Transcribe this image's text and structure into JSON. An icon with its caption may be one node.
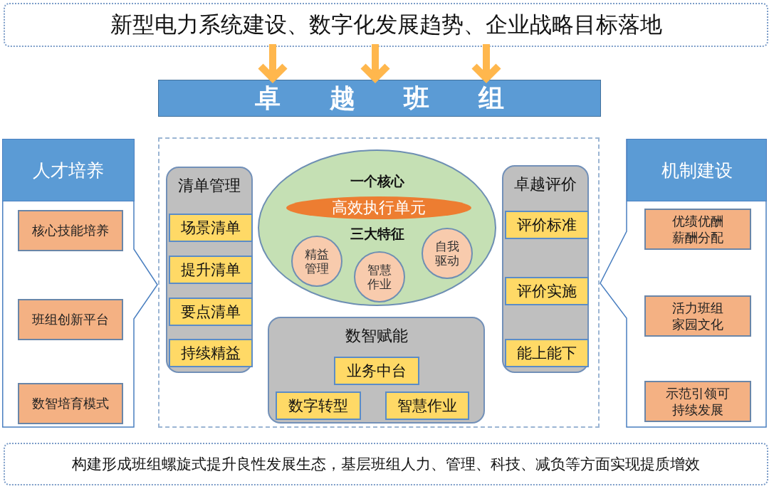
{
  "diagram": {
    "nodes": [
      {
        "text": [
          "新型电力系统建设、数字化发展趋势、企业战略目标落地"
        ]
      },
      {
        "text": [
          "卓越班组"
        ]
      },
      {
        "text": [
          "人才培养"
        ]
      },
      {
        "text": [
          "核心技能培养"
        ],
        "in": 2
      },
      {
        "text": [
          "班组创新平台"
        ],
        "in": 2
      },
      {
        "text": [
          "数智培育模式"
        ],
        "in": 2
      },
      {
        "text": [],
        "shape": "box"
      },
      {
        "text": [
          "清单管理"
        ],
        "in": 6
      },
      {
        "text": [
          "场景清单"
        ],
        "in": 7
      },
      {
        "text": [
          "提升清单"
        ],
        "in": 7
      },
      {
        "text": [
          "要点清单"
        ],
        "in": 7
      },
      {
        "text": [
          "持续精益"
        ],
        "in": 7
      },
      {
        "text": [
          "一个核心",
          "三大特征"
        ],
        "in": 6
      },
      {
        "text": [
          "高效执行单元"
        ],
        "in": 12
      },
      {
        "text": [
          "精益管理"
        ],
        "in": 12
      },
      {
        "text": [
          "智慧作业"
        ],
        "in": 12
      },
      {
        "text": [
          "自我驱动"
        ],
        "in": 12
      },
      {
        "text": [
          "数智赋能"
        ],
        "in": 6
      },
      {
        "text": [
          "业务中台"
        ],
        "in": 17
      },
      {
        "text": [
          "数字转型"
        ],
        "in": 17
      },
      {
        "text": [
          "智慧作业"
        ],
        "in": 17
      },
      {
        "text": [
          "卓越评价"
        ],
        "in": 6
      },
      {
        "text": [
          "评价标准"
        ],
        "in": 21
      },
      {
        "text": [
          "评价实施"
        ],
        "in": 21
      },
      {
        "text": [
          "能上能下"
        ],
        "in": 21
      },
      {
        "text": [
          "机制建设"
        ]
      },
      {
        "text": [
          "优绩优酬薪酬分配"
        ],
        "in": 25
      },
      {
        "text": [
          "活力班组家园文化"
        ],
        "in": 25
      },
      {
        "text": [
          "示范引领可持续发展"
        ],
        "in": 25
      },
      {
        "text": [
          "构建形成班组螺旋式提升良性发展生态，基层班组人力、管理、科技、减负等方面实现提质增效"
        ]
      }
    ],
    "edges": [
      {
        "from": 0,
        "to": 1,
        "arrow": "to"
      },
      {
        "from": 0,
        "to": 1,
        "arrow": "to"
      },
      {
        "from": 0,
        "to": 1,
        "arrow": "to"
      }
    ]
  }
}
